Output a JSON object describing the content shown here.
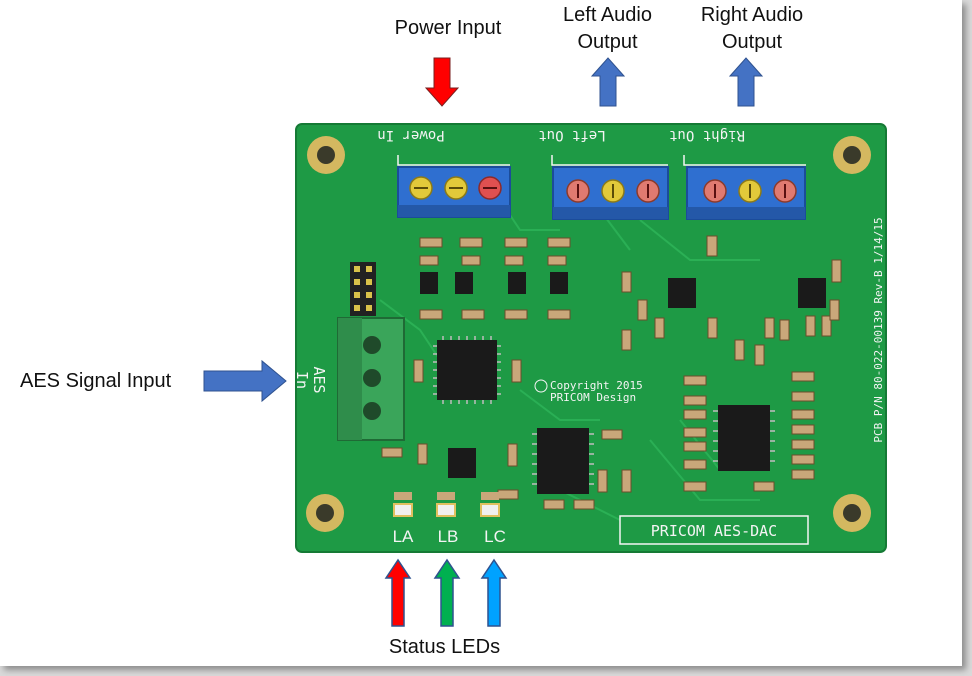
{
  "callouts": {
    "power_input": "Power Input",
    "left_audio_line1": "Left Audio",
    "left_audio_line2": "Output",
    "right_audio_line1": "Right Audio",
    "right_audio_line2": "Output",
    "aes_signal_input": "AES Signal Input",
    "status_leds": "Status LEDs"
  },
  "board": {
    "brand_label": "PRICOM AES-DAC",
    "part_number": "PCB P/N 80-022-00139 Rev-B 1/14/15",
    "copyright_line1": "Copyright 2015",
    "copyright_line2": "PRICOM Design",
    "connector_power": "Power In",
    "connector_left": "Left Out",
    "connector_right": "Right Out",
    "connector_aes_line1": "AES",
    "connector_aes_line2": "In",
    "led_a": "LA",
    "led_b": "LB",
    "led_c": "LC"
  },
  "arrow_colors": {
    "power": "#ff0000",
    "outputs": "#4472c4",
    "aes_input": "#4472c4",
    "led_a": "#ff0000",
    "led_b": "#00b050",
    "led_c": "#00a2ff"
  },
  "board_colors": {
    "pcb": "#1e9a45",
    "terminal_block": "#2f6fd0",
    "aes_connector": "#3aa55a",
    "mount_hole": "#d4b860"
  }
}
